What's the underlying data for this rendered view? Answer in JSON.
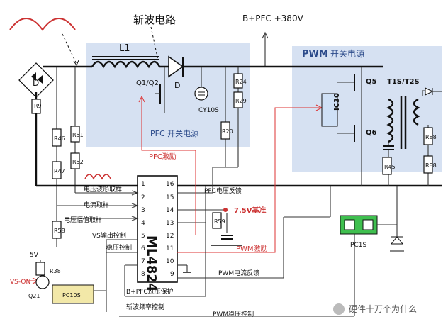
{
  "labels": {
    "chopper": "斩波电路",
    "bus": "B+PFC +380V",
    "pwm_block": "PWM",
    "pwm_block_suffix": "开关电源",
    "pfc_block": "PFC 开关电源",
    "L1": "L1",
    "D_bridge": "D",
    "D_main": "D",
    "Q1Q2": "Q1/Q2",
    "CY10S": "CY10S",
    "Q5": "Q5",
    "Q6": "Q6",
    "T1ST2S": "T1S/T2S",
    "IC30": "IC30",
    "R9": "R9",
    "R46": "R46",
    "R47": "R47",
    "R51": "R51",
    "R52": "R52",
    "R58": "R58",
    "R24": "R24",
    "R29": "R29",
    "R20": "R20",
    "R59": "R59",
    "R45": "R45",
    "R88a": "R88",
    "R88b": "R88",
    "PC1S": "PC1S",
    "PC10S": "PC10S",
    "Q21": "Q21",
    "R38": "R38",
    "v5": "5V",
    "vs_on": "VS-ON",
    "ic_name": "ML4824",
    "pfc_drive": "PFC激励",
    "ref_75": "7.5V基准",
    "pwm_drive": "PWM激励",
    "v_wave": "电压波形取样",
    "i_sample": "电流取样",
    "v_amp": "电压幅值取样",
    "vs_in": "VS输出控制",
    "reg_ctl": "稳压控制",
    "pfc_i_fb": "PFC电压反馈",
    "pwm_i_fb": "PWM电流反馈",
    "ovp": "B+PFC过压保护",
    "chop_freq": "斩波频率控制",
    "pwm_reg": "PWM稳压控制",
    "watermark": "硬件十万个为什么"
  },
  "pins_left": [
    "1",
    "2",
    "3",
    "4",
    "5",
    "6",
    "7",
    "8"
  ],
  "pins_right": [
    "16",
    "15",
    "14",
    "13",
    "12",
    "11",
    "10",
    "9"
  ]
}
